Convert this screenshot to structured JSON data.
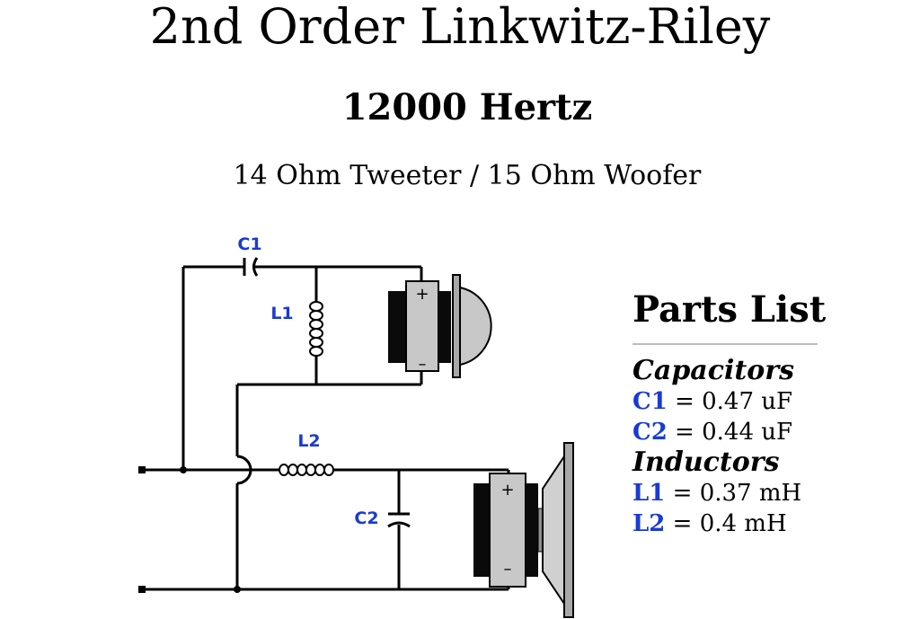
{
  "header": {
    "title": "2nd Order Linkwitz-Riley",
    "frequency": "12000 Hertz",
    "impedance": "14 Ohm Tweeter / 15 Ohm Woofer"
  },
  "diagram": {
    "labels": {
      "c1": "C1",
      "l1": "L1",
      "l2": "L2",
      "c2": "C2"
    },
    "tweeter": {
      "plus": "+",
      "minus": "–"
    },
    "woofer": {
      "plus": "+",
      "minus": "–"
    }
  },
  "parts_list": {
    "title": "Parts List",
    "capacitors_heading": "Capacitors",
    "capacitors": [
      {
        "ref": "C1",
        "value": " = 0.47 uF"
      },
      {
        "ref": "C2",
        "value": " = 0.44 uF"
      }
    ],
    "inductors_heading": "Inductors",
    "inductors": [
      {
        "ref": "L1",
        "value": " = 0.37 mH"
      },
      {
        "ref": "L2",
        "value": " = 0.4 mH"
      }
    ]
  },
  "colors": {
    "label_blue": "#1a3bd1",
    "wire": "#000000",
    "magnet": "#0a0a0a",
    "speaker_gray": "#c8c8c8"
  }
}
